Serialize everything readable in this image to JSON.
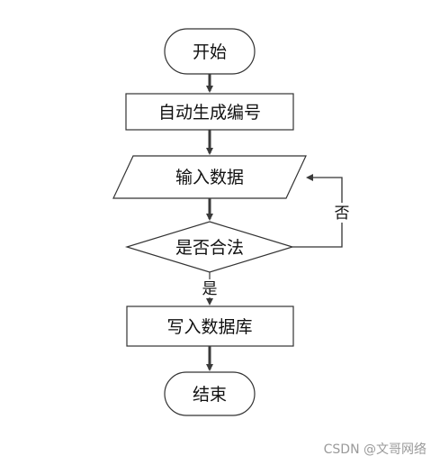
{
  "flowchart": {
    "start": "开始",
    "generate_id": "自动生成编号",
    "input_data": "输入数据",
    "is_valid": "是否合法",
    "write_db": "写入数据库",
    "end": "结束"
  },
  "edges": {
    "yes": "是",
    "no": "否"
  },
  "watermark": "CSDN @文哥网络",
  "colors": {
    "stroke": "#333333",
    "arrow": "#3a3a3a",
    "background": "#ffffff"
  }
}
